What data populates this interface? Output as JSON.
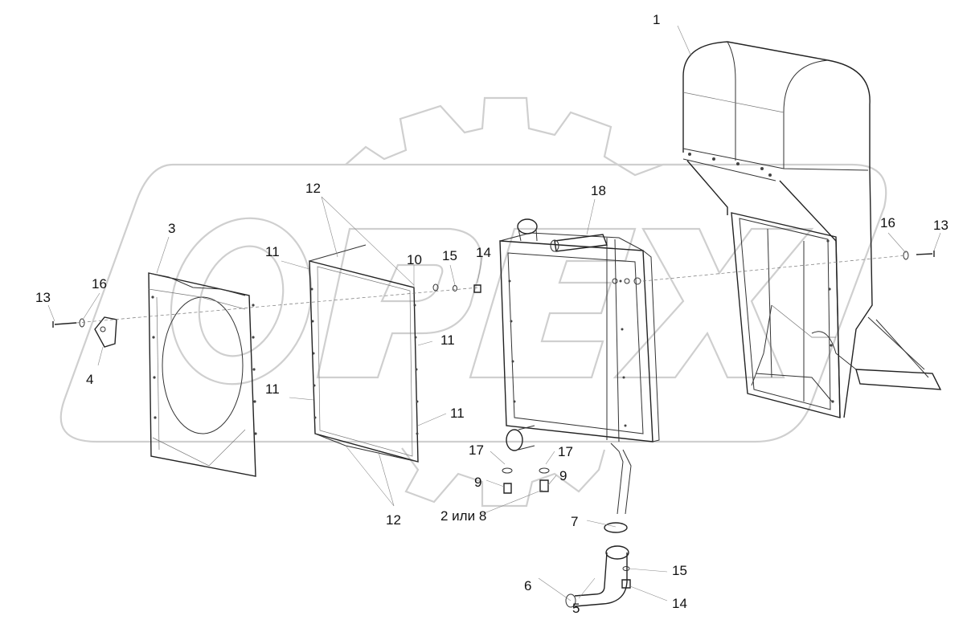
{
  "watermark": {
    "text": "OPEX"
  },
  "callouts": [
    {
      "id": "c1",
      "label": "1"
    },
    {
      "id": "c3",
      "label": "3"
    },
    {
      "id": "c4",
      "label": "4"
    },
    {
      "id": "c5",
      "label": "5"
    },
    {
      "id": "c6",
      "label": "6"
    },
    {
      "id": "c7",
      "label": "7"
    },
    {
      "id": "c9a",
      "label": "9"
    },
    {
      "id": "c9b",
      "label": "9"
    },
    {
      "id": "c10",
      "label": "10"
    },
    {
      "id": "c11a",
      "label": "11"
    },
    {
      "id": "c11b",
      "label": "11"
    },
    {
      "id": "c11c",
      "label": "11"
    },
    {
      "id": "c11d",
      "label": "11"
    },
    {
      "id": "c12a",
      "label": "12"
    },
    {
      "id": "c12b",
      "label": "12"
    },
    {
      "id": "c13a",
      "label": "13"
    },
    {
      "id": "c13b",
      "label": "13"
    },
    {
      "id": "c14a",
      "label": "14"
    },
    {
      "id": "c14b",
      "label": "14"
    },
    {
      "id": "c15a",
      "label": "15"
    },
    {
      "id": "c15b",
      "label": "15"
    },
    {
      "id": "c16a",
      "label": "16"
    },
    {
      "id": "c16b",
      "label": "16"
    },
    {
      "id": "c17a",
      "label": "17"
    },
    {
      "id": "c17b",
      "label": "17"
    },
    {
      "id": "c18",
      "label": "18"
    },
    {
      "id": "c28",
      "label": "2 или 8"
    }
  ]
}
